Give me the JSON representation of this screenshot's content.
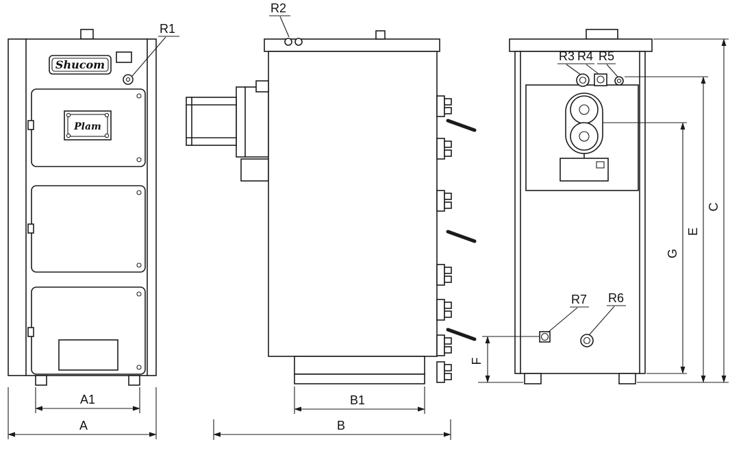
{
  "drawing": {
    "colors": {
      "background": "#ffffff",
      "line": "#1b1b1b"
    },
    "front_view": {
      "brand": "Shucom",
      "model_plate": "Plam",
      "fitting_labels": {
        "r1": "R1"
      },
      "dimensions": {
        "a1": "A1",
        "a": "A"
      }
    },
    "side_view": {
      "fitting_labels": {
        "r2": "R2"
      },
      "dimensions": {
        "b1": "B1",
        "b": "B"
      }
    },
    "back_view": {
      "fitting_labels": {
        "r3": "R3",
        "r4": "R4",
        "r5": "R5",
        "r6": "R6",
        "r7": "R7"
      },
      "dimensions": {
        "c": "C",
        "e": "E",
        "g": "G",
        "f": "F"
      }
    }
  }
}
